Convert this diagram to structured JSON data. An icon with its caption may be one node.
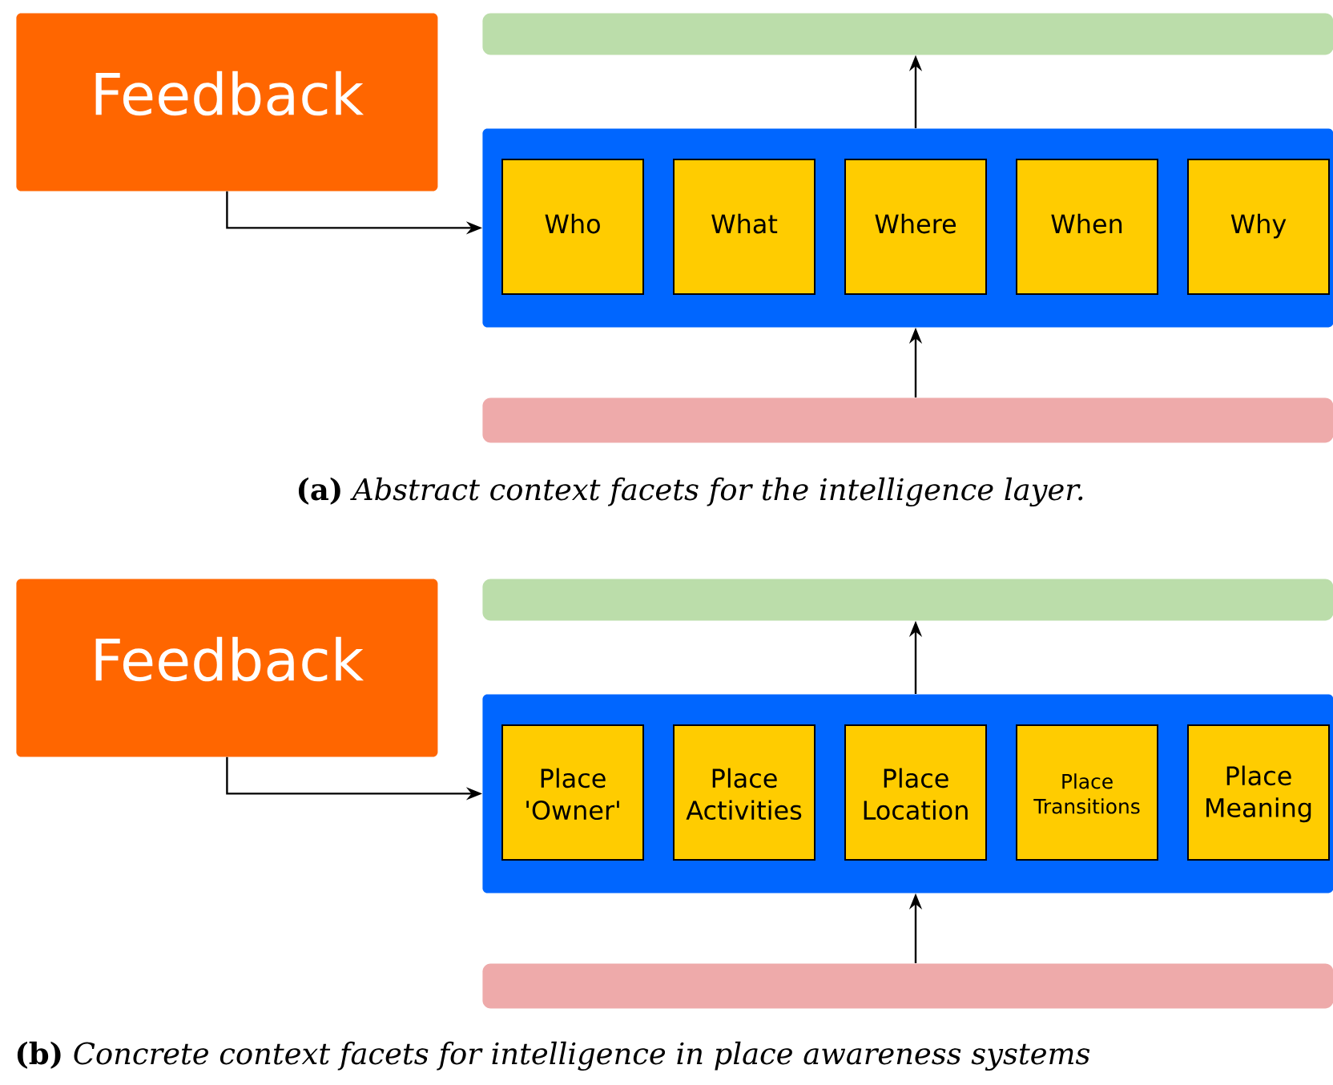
{
  "diagram": {
    "nodes": [
      {
        "text": [
          "Feedback"
        ]
      },
      {
        "text": [],
        "shape": "bar"
      },
      {
        "text": [],
        "shape": "box"
      },
      {
        "text": [
          "Who"
        ],
        "in": 2
      },
      {
        "text": [
          "What"
        ],
        "in": 2
      },
      {
        "text": [
          "Where"
        ],
        "in": 2
      },
      {
        "text": [
          "When"
        ],
        "in": 2
      },
      {
        "text": [
          "Why"
        ],
        "in": 2
      },
      {
        "text": [],
        "shape": "bar"
      },
      {
        "text": [
          "Feedback"
        ]
      },
      {
        "text": [],
        "shape": "bar"
      },
      {
        "text": [],
        "shape": "box"
      },
      {
        "text": [
          "Place 'Owner'"
        ],
        "in": 11
      },
      {
        "text": [
          "Place Activities"
        ],
        "in": 11
      },
      {
        "text": [
          "Place Location"
        ],
        "in": 11
      },
      {
        "text": [
          "Place Transitions"
        ],
        "in": 11
      },
      {
        "text": [
          "Place Meaning"
        ],
        "in": 11
      },
      {
        "text": [],
        "shape": "bar"
      }
    ],
    "edges": [
      {
        "from": 0,
        "to": 2,
        "arrow": "to"
      },
      {
        "from": 2,
        "to": 1,
        "arrow": "to"
      },
      {
        "from": 8,
        "to": 2,
        "arrow": "to"
      },
      {
        "from": 9,
        "to": 11,
        "arrow": "to"
      },
      {
        "from": 11,
        "to": 10,
        "arrow": "to"
      },
      {
        "from": 17,
        "to": 11,
        "arrow": "to"
      }
    ],
    "labels": [
      "**(a)** *Abstract context facets for the intelligence layer.*",
      "**(b)** *Concrete context facets for intelligence in place awareness systems*"
    ]
  }
}
